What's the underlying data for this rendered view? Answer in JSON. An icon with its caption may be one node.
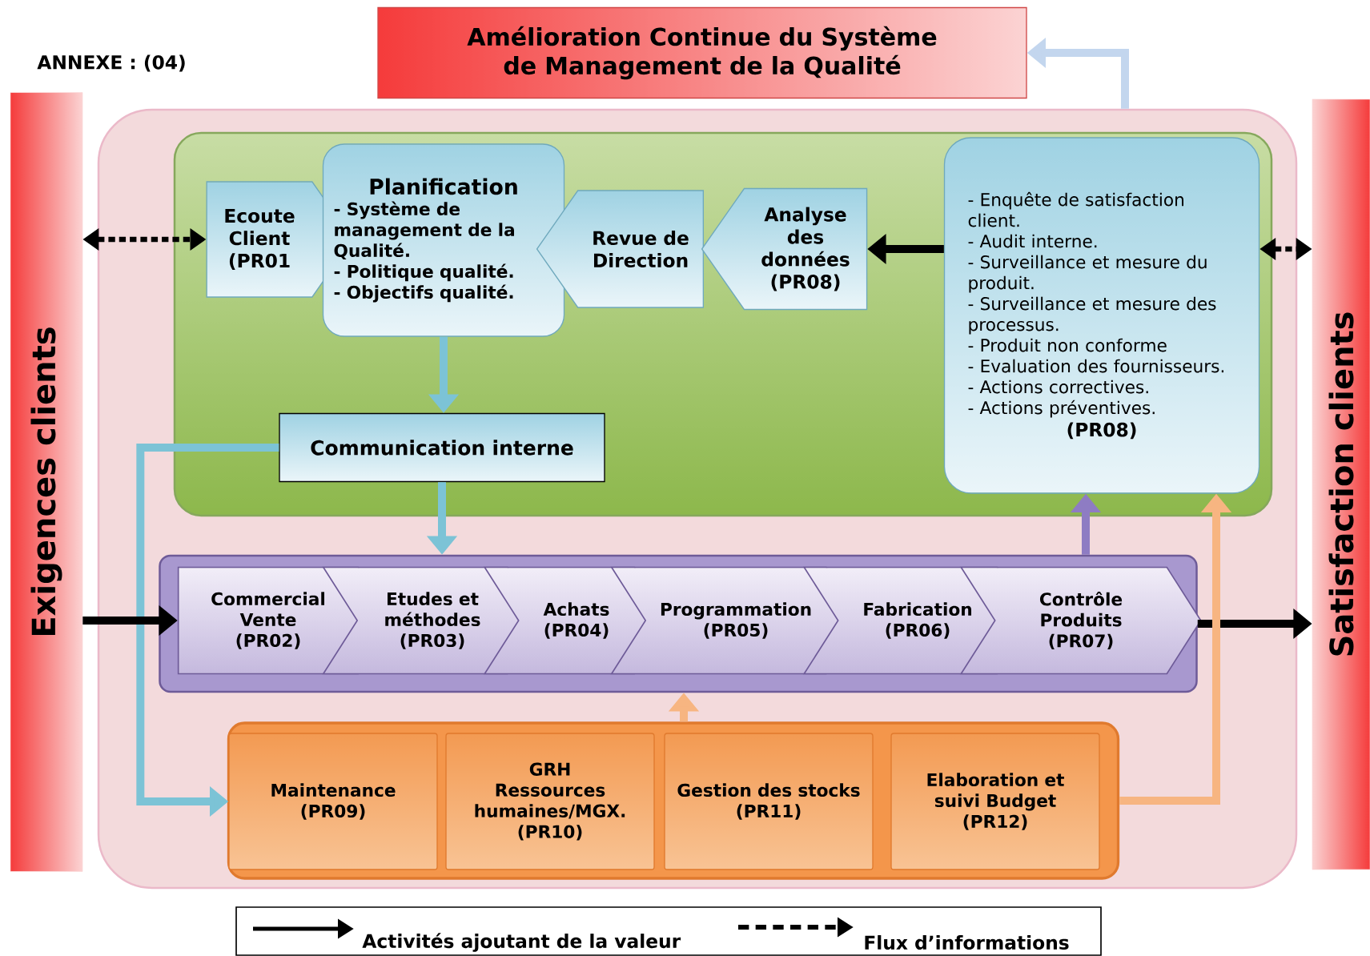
{
  "diagram": {
    "nodes": [
      {
        "text": [
          "Amélioration Continue du Système de Management de la Qualité"
        ]
      },
      {
        "text": [
          "Exigences clients"
        ]
      },
      {
        "text": [
          "Satisfaction clients"
        ]
      },
      {
        "text": [],
        "shape": "box"
      },
      {
        "text": [],
        "shape": "box",
        "in": 3
      },
      {
        "text": [
          "Ecoute Client",
          "(PR01"
        ],
        "in": 4
      },
      {
        "text": [
          "Planification",
          "- Système de management de la Qualité.",
          "- Politique qualité.",
          "- Objectifs qualité."
        ],
        "in": 4
      },
      {
        "text": [
          "Revue de Direction"
        ],
        "in": 4
      },
      {
        "text": [
          "Analyse des données",
          "(PR08)"
        ],
        "in": 4
      },
      {
        "text": [
          "- Enquête de satisfaction client.",
          "- Audit interne.",
          "- Surveillance et mesure du produit.",
          "- Surveillance et mesure des processus.",
          "- Produit non conforme",
          "- Evaluation des fournisseurs.",
          "- Actions correctives.",
          "- Actions préventives.",
          "(PR08)"
        ],
        "in": 4
      },
      {
        "text": [
          "Communication interne"
        ],
        "in": 4
      },
      {
        "text": [],
        "shape": "box",
        "in": 3
      },
      {
        "text": [
          "Commercial Vente",
          "(PR02)"
        ],
        "in": 11
      },
      {
        "text": [
          "Etudes et méthodes",
          "(PR03)"
        ],
        "in": 11
      },
      {
        "text": [
          "Achats",
          "(PR04)"
        ],
        "in": 11
      },
      {
        "text": [
          "Programmation",
          "(PR05)"
        ],
        "in": 11
      },
      {
        "text": [
          "Fabrication",
          "(PR06)"
        ],
        "in": 11
      },
      {
        "text": [
          "Contrôle Produits",
          "(PR07)"
        ],
        "in": 11
      },
      {
        "text": [],
        "shape": "box",
        "in": 3
      },
      {
        "text": [
          "Maintenance",
          "(PR09)"
        ],
        "in": 18
      },
      {
        "text": [
          "GRH",
          "Ressources humaines/MGX.",
          "(PR10)"
        ],
        "in": 18
      },
      {
        "text": [
          "Gestion des stocks",
          "(PR11)"
        ],
        "in": 18
      },
      {
        "text": [
          "Elaboration et suivi Budget",
          "(PR12)"
        ],
        "in": 18
      }
    ],
    "edges": [
      {
        "from": 3,
        "to": 0,
        "arrow": "to",
        "color": "#c3d6ee"
      },
      {
        "from": 1,
        "to": 5,
        "arrow": "both",
        "style": "dashed"
      },
      {
        "from": 9,
        "to": 2,
        "arrow": "both",
        "style": "dashed"
      },
      {
        "from": 6,
        "to": 10,
        "arrow": "to",
        "color": "#7cc3d6"
      },
      {
        "from": 10,
        "to": 11,
        "arrow": "to",
        "color": "#7cc3d6"
      },
      {
        "from": 10,
        "to": 19,
        "arrow": "to",
        "color": "#7cc3d6"
      },
      {
        "from": 9,
        "to": 8,
        "arrow": "to"
      },
      {
        "from": 1,
        "to": 12,
        "arrow": "to"
      },
      {
        "from": 11,
        "to": 2,
        "arrow": "to"
      },
      {
        "from": 11,
        "to": 9,
        "arrow": "to",
        "color": "#8e7cc3"
      },
      {
        "from": 18,
        "to": 11,
        "arrow": "to",
        "color": "#f7b581"
      },
      {
        "from": 18,
        "to": 9,
        "arrow": "to",
        "color": "#f7b581"
      }
    ],
    "labels": [
      "ANNEXE : (04)"
    ],
    "legend": [
      {
        "text": "Activités ajoutant de la valeur"
      },
      {
        "text": "Flux d’informations"
      }
    ]
  }
}
